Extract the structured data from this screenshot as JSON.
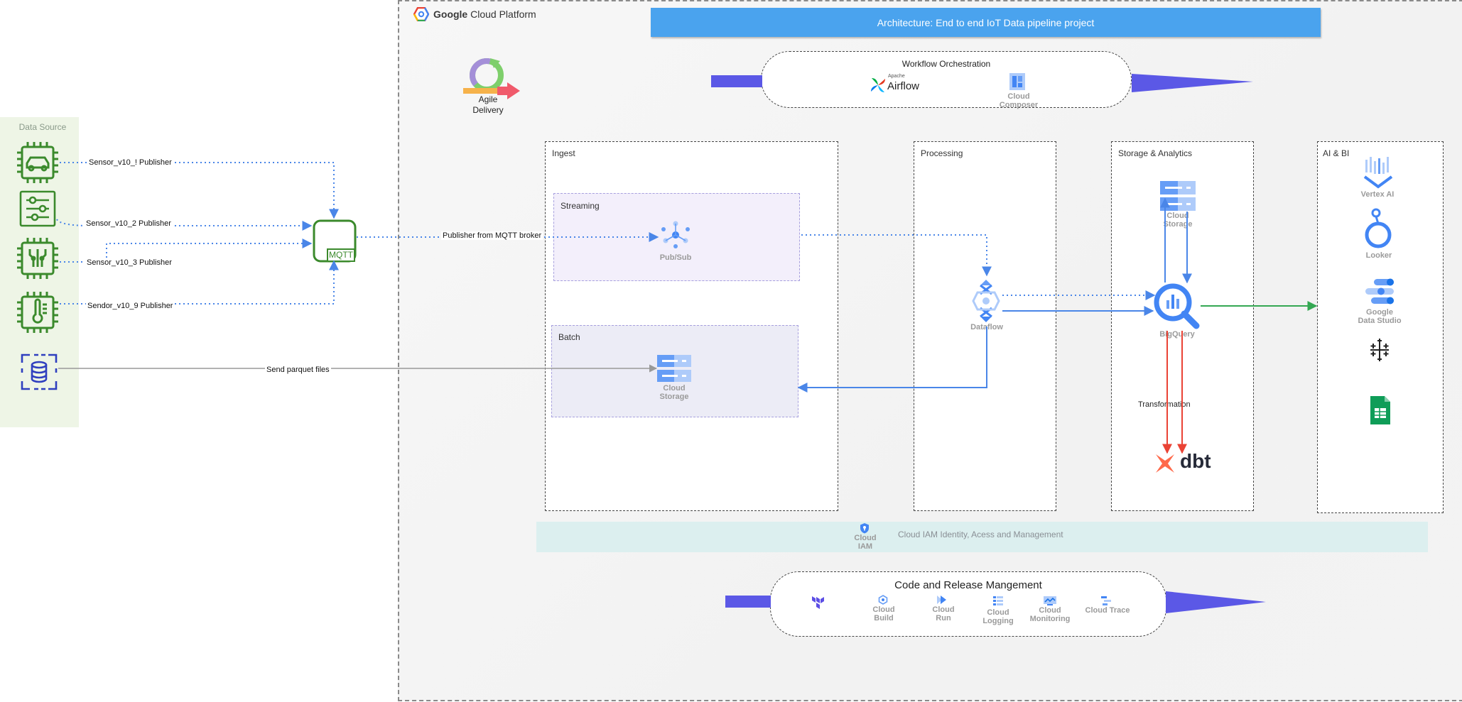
{
  "diagram": {
    "banner_title": "Architecture: End to end IoT Data pipeline project",
    "platform": {
      "brand": "Google",
      "name": "Cloud Platform"
    },
    "data_source": {
      "title": "Data Source",
      "publishers": [
        "Sensor_v10_! Publisher",
        "Sensor_v10_2 Publisher",
        "Sensor_v10_3 Publisher",
        "Sendor_v10_9 Publisher"
      ],
      "batch_link": "Send parquet files"
    },
    "mqtt": {
      "label": "MQTT",
      "link": "Publisher from MQTT broker"
    },
    "agile": {
      "line1": "Agile",
      "line2": "Delivery"
    },
    "workflow": {
      "title": "Workflow Orchestration",
      "airflow": {
        "small": "Apache",
        "name": "Airflow"
      },
      "composer": {
        "line1": "Cloud",
        "line2": "Composer"
      }
    },
    "ingest": {
      "title": "Ingest",
      "streaming": {
        "title": "Streaming",
        "service": "Pub/Sub"
      },
      "batch": {
        "title": "Batch",
        "line1": "Cloud",
        "line2": "Storage"
      }
    },
    "processing": {
      "title": "Processing",
      "service": "Dataflow"
    },
    "storage": {
      "title": "Storage & Analytics",
      "gcs": {
        "line1": "Cloud",
        "line2": "Storage"
      },
      "bigquery": "BigQuery",
      "transformation": "Transformation",
      "dbt": "dbt"
    },
    "ai_bi": {
      "title": "AI & BI",
      "vertex": "Vertex AI",
      "looker": "Looker",
      "studio": {
        "line1": "Google",
        "line2": "Data Studio"
      }
    },
    "iam": {
      "icon": {
        "line1": "Cloud",
        "line2": "IAM"
      },
      "text": "Cloud IAM  Identity, Acess and Management"
    },
    "code_release": {
      "title": "Code and Release Mangement",
      "services": {
        "build": {
          "line1": "Cloud",
          "line2": "Build"
        },
        "run": {
          "line1": "Cloud",
          "line2": "Run"
        },
        "logging": {
          "line1": "Cloud",
          "line2": "Logging"
        },
        "monitoring": {
          "line1": "Cloud",
          "line2": "Monitoring"
        },
        "trace": "Cloud Trace"
      }
    },
    "colors": {
      "green": "#3b8a2c",
      "blue": "#4285f4",
      "arrow_purple": "#5b58e6",
      "red": "#ea4335",
      "banner": "#4aa3ee"
    }
  }
}
